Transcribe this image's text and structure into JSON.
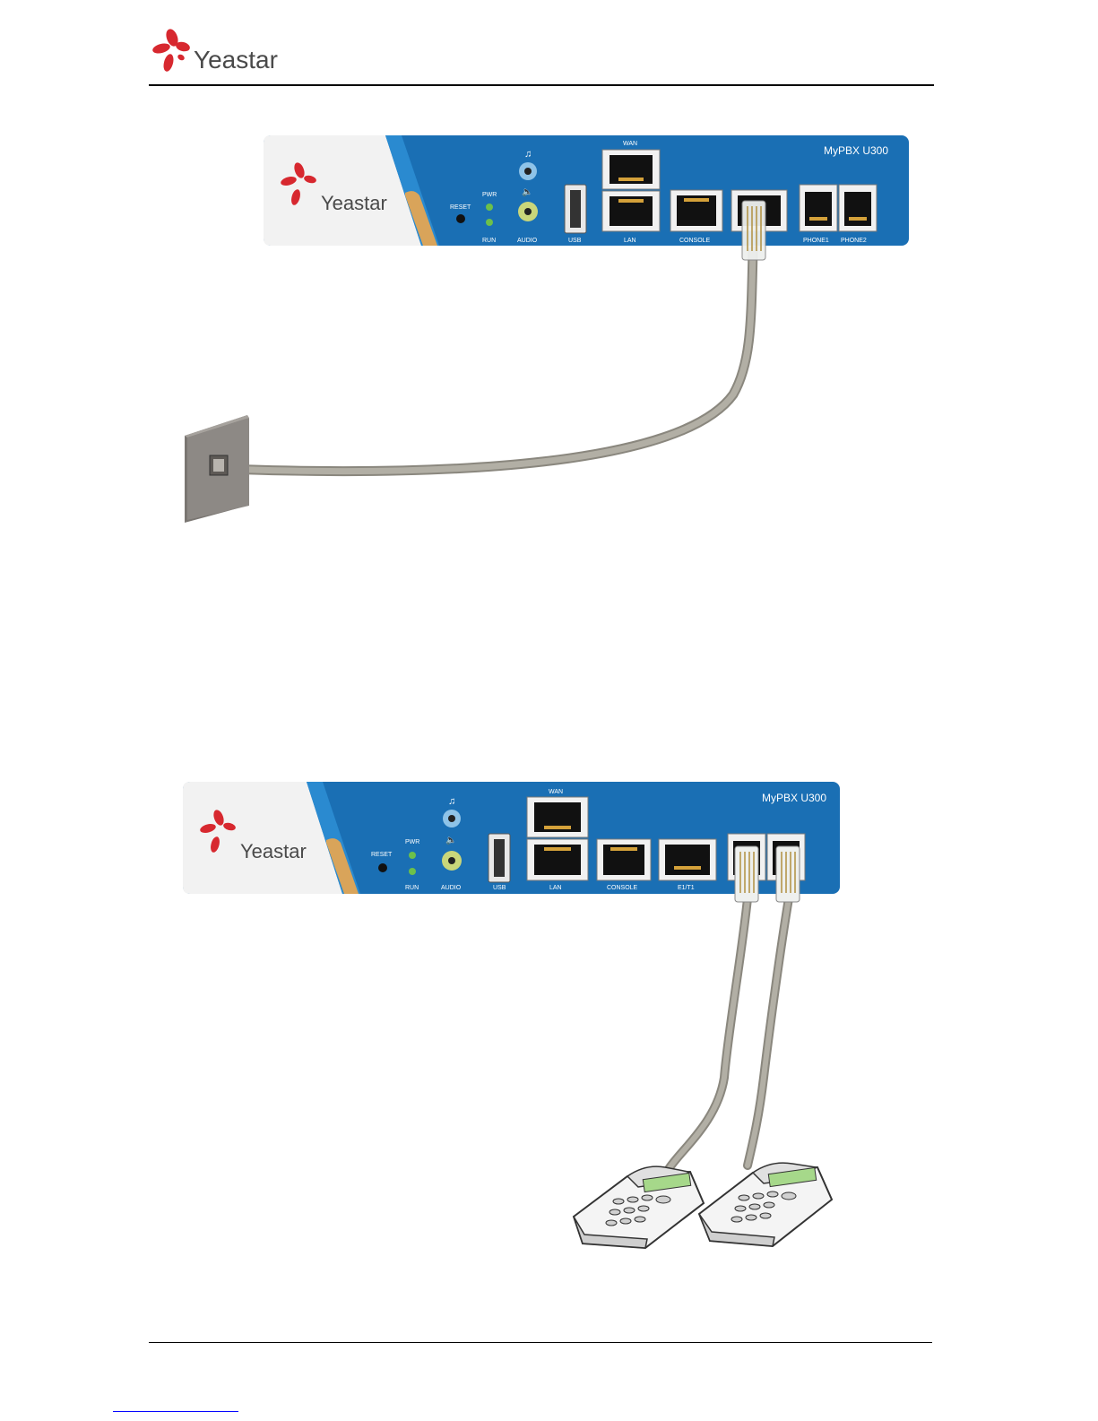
{
  "brand": {
    "name": "Yeastar",
    "logo_colors": {
      "petal": "#d7282f",
      "text": "#4a4a4a"
    }
  },
  "device": {
    "model": "MyPBX U300",
    "colors": {
      "panel": "#1a6fb4",
      "left_panel": "#f2f2f2",
      "accent": "#d9a45a",
      "led": "#6cc04a"
    },
    "labels": {
      "reset": "RESET",
      "pwr": "PWR",
      "run": "RUN",
      "audio": "AUDIO",
      "usb": "USB",
      "wan": "WAN",
      "lan": "LAN",
      "console": "CONSOLE",
      "e1t1": "E1/T1",
      "phone1": "PHONE1",
      "phone2": "PHONE2"
    }
  },
  "diagrams": [
    {
      "id": "pstn-line-connection",
      "cable_color": "#a8a59a"
    },
    {
      "id": "analog-phone-connection",
      "cable_color": "#a8a59a"
    }
  ]
}
